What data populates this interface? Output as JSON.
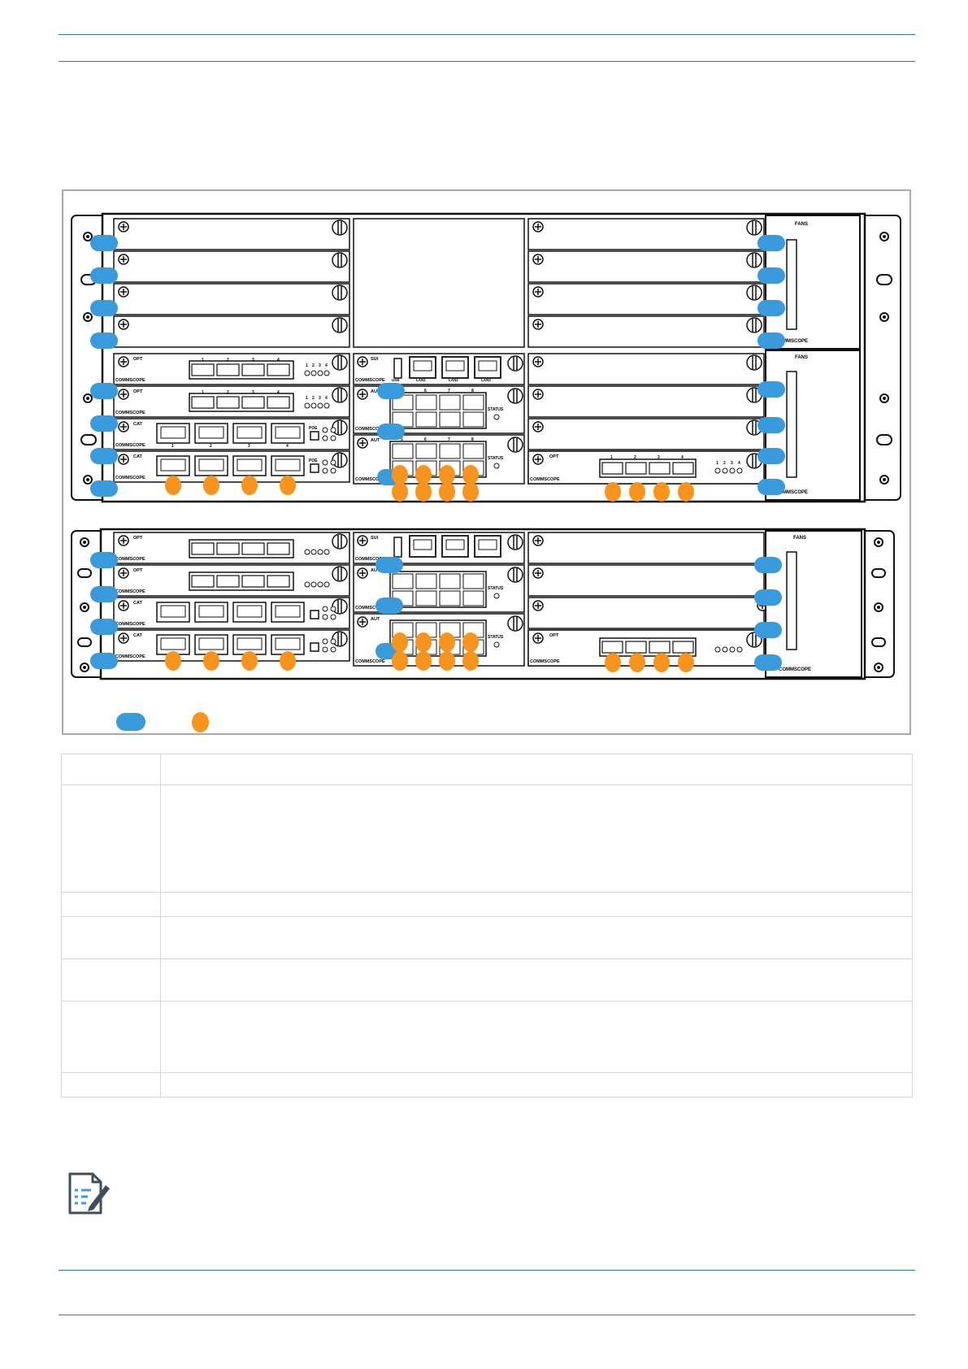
{
  "figure": {
    "upper_chassis": {
      "fans_label": "FANS",
      "brand": "COMMSCOPE",
      "left_modules": [
        {
          "type": "OPT",
          "brand": "COMMSCOPE",
          "ports": [
            "1",
            "2",
            "3",
            "4"
          ],
          "leds": [
            "1",
            "2",
            "3",
            "4"
          ]
        },
        {
          "type": "OPT",
          "brand": "COMMSCOPE",
          "ports": [
            "1",
            "2",
            "3",
            "4"
          ],
          "leds": [
            "1",
            "2",
            "3",
            "4"
          ]
        },
        {
          "type": "CAT",
          "brand": "COMMSCOPE",
          "ports": [
            "1",
            "2",
            "3",
            "4"
          ],
          "poe": "POE"
        },
        {
          "type": "CAT",
          "brand": "COMMSCOPE",
          "ports": [
            "1",
            "2",
            "3",
            "4"
          ],
          "poe": "POE"
        }
      ],
      "center_modules": [
        {
          "type": "SUI",
          "brand": "COMMSCOPE",
          "ports": [
            "USB",
            "LAN1",
            "LAN2",
            "LAN3"
          ]
        },
        {
          "type": "AUT",
          "brand": "COMMSCOPE",
          "status": "STATUS",
          "ports": [
            "5",
            "6",
            "7",
            "8"
          ]
        },
        {
          "type": "AUT",
          "brand": "COMMSCOPE",
          "status": "STATUS",
          "ports": [
            "5",
            "6",
            "7",
            "8"
          ]
        }
      ],
      "right_bottom_module": {
        "type": "OPT",
        "brand": "COMMSCOPE",
        "ports": [
          "1",
          "2",
          "3",
          "4"
        ],
        "leds": [
          "1",
          "2",
          "3",
          "4"
        ]
      }
    },
    "lower_chassis": {
      "fans_label": "FANS",
      "brand": "COMMSCOPE",
      "left_modules": [
        {
          "type": "OPT",
          "brand": "COMMSCOPE"
        },
        {
          "type": "OPT",
          "brand": "COMMSCOPE"
        },
        {
          "type": "CAT",
          "brand": "COMMSCOPE"
        },
        {
          "type": "CAT",
          "brand": "COMMSCOPE"
        }
      ],
      "center_modules": [
        {
          "type": "SUI",
          "brand": "COMMSCOPE"
        },
        {
          "type": "AUT",
          "brand": "COMMSCOPE",
          "status": "STATUS"
        },
        {
          "type": "AUT",
          "brand": "COMMSCOPE",
          "status": "STATUS"
        }
      ],
      "right_bottom_module": {
        "type": "OPT",
        "brand": "COMMSCOPE"
      }
    },
    "colors": {
      "callout_blue": "#3a9bdc",
      "callout_orange": "#f7941d",
      "line": "#1a1a1a"
    }
  },
  "table": {
    "rows": [
      {
        "c1": "",
        "c2": ""
      },
      {
        "c1": "",
        "c2": ""
      },
      {
        "c1": "",
        "c2": ""
      },
      {
        "c1": "",
        "c2": ""
      },
      {
        "c1": "",
        "c2": ""
      },
      {
        "c1": "",
        "c2": ""
      },
      {
        "c1": "",
        "c2": ""
      }
    ]
  },
  "icons": {
    "note": "note-pencil-icon"
  }
}
